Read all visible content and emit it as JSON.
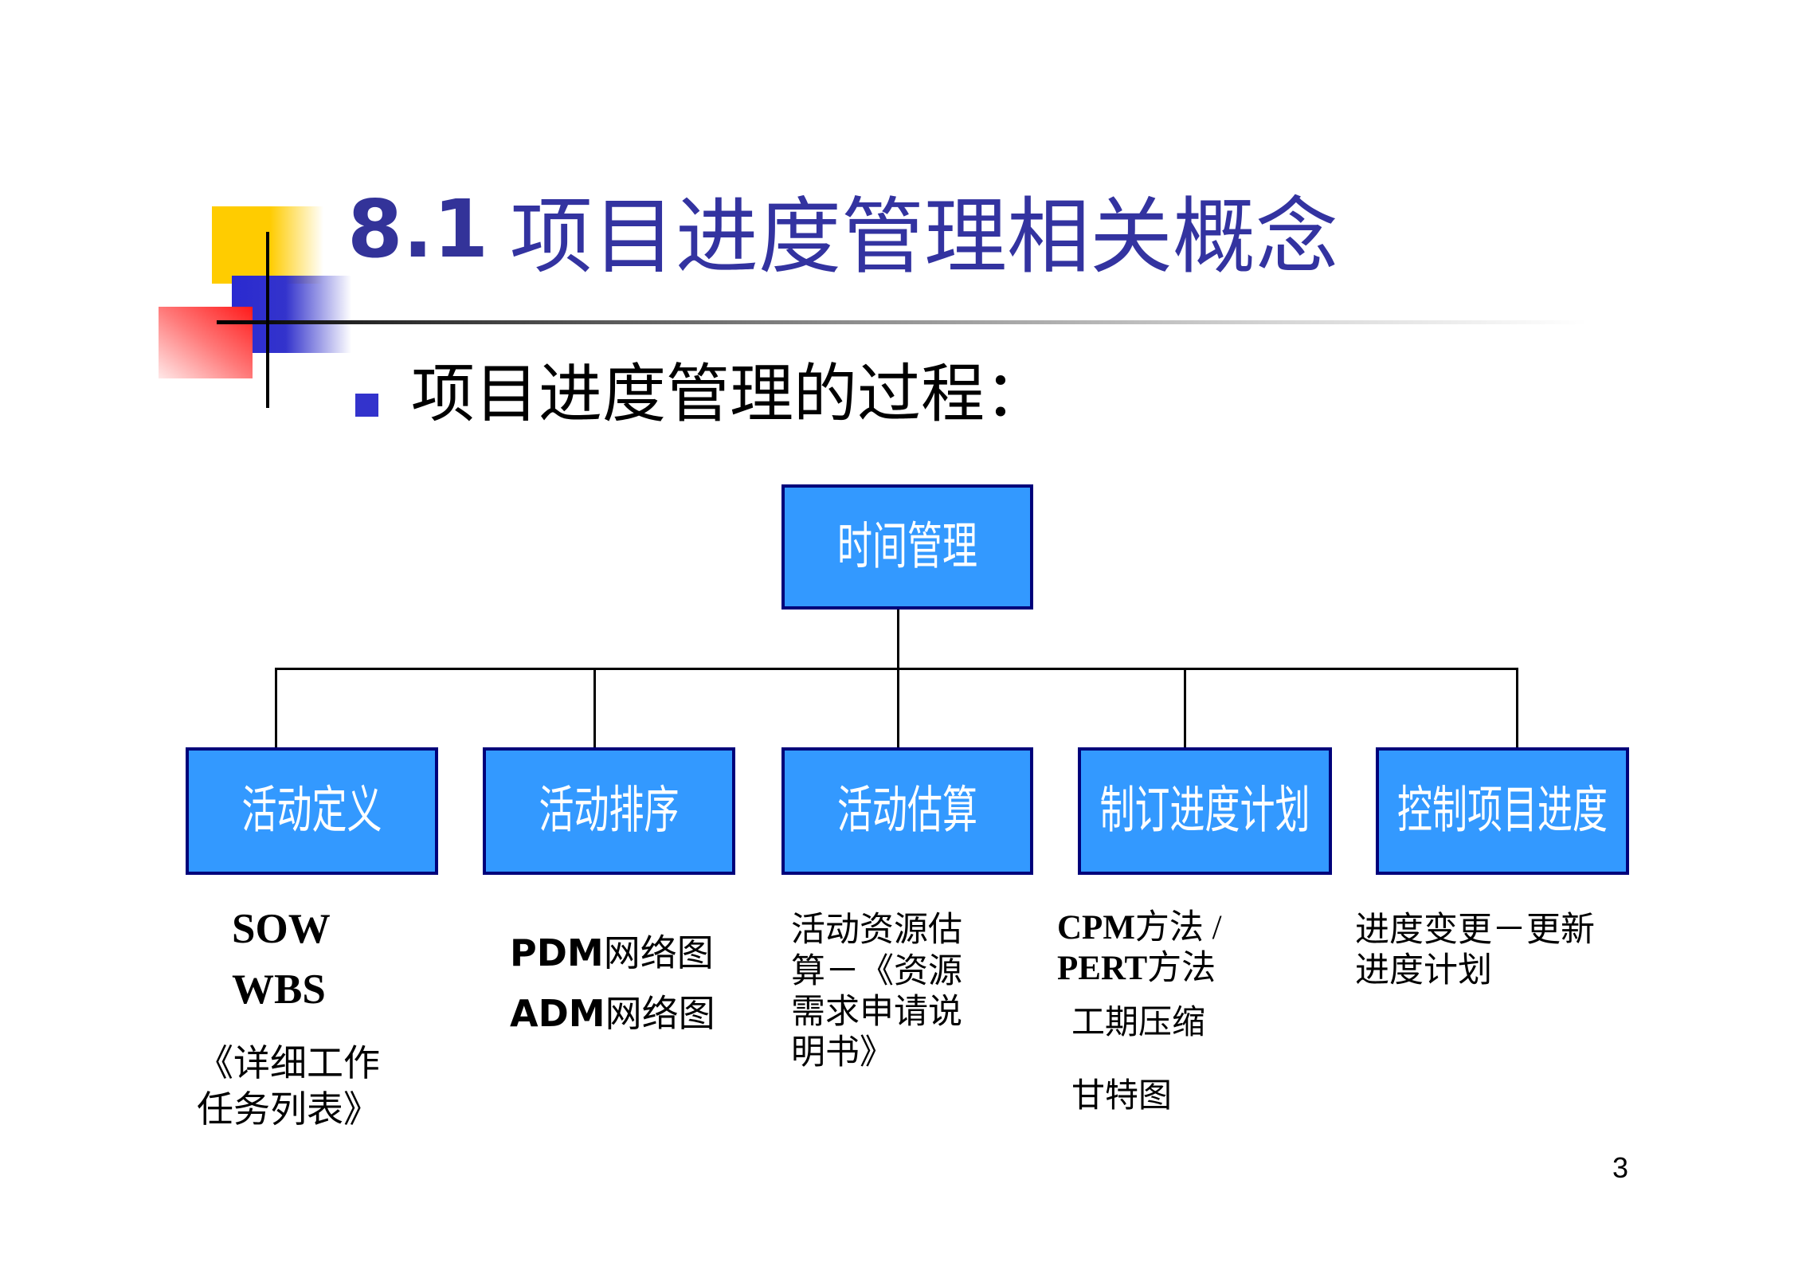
{
  "slide": {
    "title_number": "8.1",
    "title_text": "项目进度管理相关概念",
    "bullet_text": "项目进度管理的过程：",
    "page_number": "3"
  },
  "diagram": {
    "root": "时间管理",
    "children": [
      {
        "label": "活动定义",
        "notes": [
          "SOW",
          "WBS",
          "《详细工作",
          "任务列表》"
        ]
      },
      {
        "label": "活动排序",
        "notes": [
          {
            "abbr": "PDM",
            "text": "网络图"
          },
          {
            "abbr": "ADM",
            "text": "网络图"
          }
        ]
      },
      {
        "label": "活动估算",
        "notes": [
          "活动资源估",
          "算－《资源",
          "需求申请说",
          "明书》"
        ]
      },
      {
        "label": "制订进度计划",
        "notes": [
          {
            "abbr": "CPM",
            "text": "方法 /"
          },
          {
            "abbr": "PERT",
            "text": "方法"
          },
          "工期压缩",
          "甘特图"
        ]
      },
      {
        "label": "控制项目进度",
        "notes": [
          "进度变更－更新",
          "进度计划"
        ]
      }
    ]
  },
  "icons": {
    "bullet": "square-bullet-icon"
  },
  "colors": {
    "title": "#333399",
    "box_fill": "#3399ff",
    "box_border": "#00007a",
    "bullet": "#3333cc",
    "accent_yellow": "#ffcc00",
    "accent_blue": "#3333cc",
    "accent_red": "#ff3333"
  }
}
